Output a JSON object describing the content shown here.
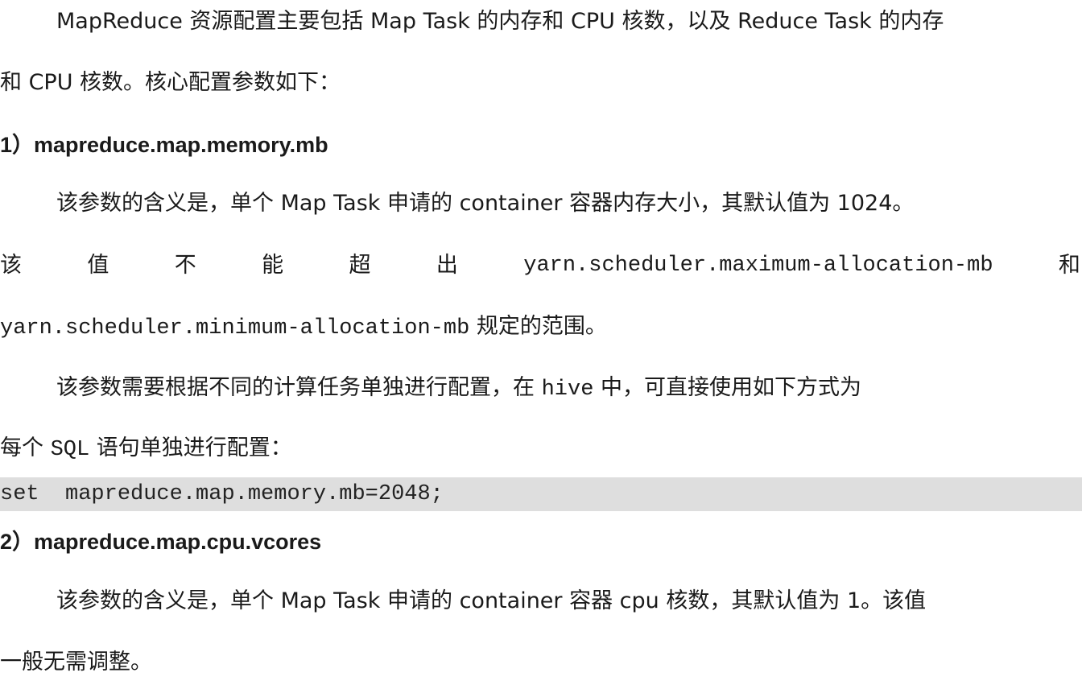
{
  "para1": {
    "line1": "MapReduce 资源配置主要包括 Map Task 的内存和 CPU 核数，以及 Reduce Task 的内存",
    "line2": "和 CPU 核数。核心配置参数如下："
  },
  "section1": {
    "heading": "1）mapreduce.map.memory.mb",
    "p1_line1": "该参数的含义是，单个 Map Task 申请的 container 容器内存大小，其默认值为 1024。",
    "p1_line2_words": [
      "该",
      "值",
      "不",
      "能",
      "超",
      "出"
    ],
    "p1_line2_code1": "yarn.scheduler.maximum-allocation-mb",
    "p1_line2_and": "和",
    "p1_line3_code2": "yarn.scheduler.minimum-allocation-mb",
    "p1_line3_text": " 规定的范围。",
    "p2_line1_pre": "该参数需要根据不同的计算任务单独进行配置，在 ",
    "p2_line1_code": "hive",
    "p2_line1_post": " 中，可直接使用如下方式为",
    "p2_line2_pre": "每个 ",
    "p2_line2_code": "SQL",
    "p2_line2_post": " 语句单独进行配置：",
    "code": "set  mapreduce.map.memory.mb=2048;"
  },
  "section2": {
    "heading": "2）mapreduce.map.cpu.vcores",
    "p1_line1": "该参数的含义是，单个 Map Task 申请的 container 容器 cpu 核数，其默认值为 1。该值",
    "p1_line2": "一般无需调整。"
  }
}
